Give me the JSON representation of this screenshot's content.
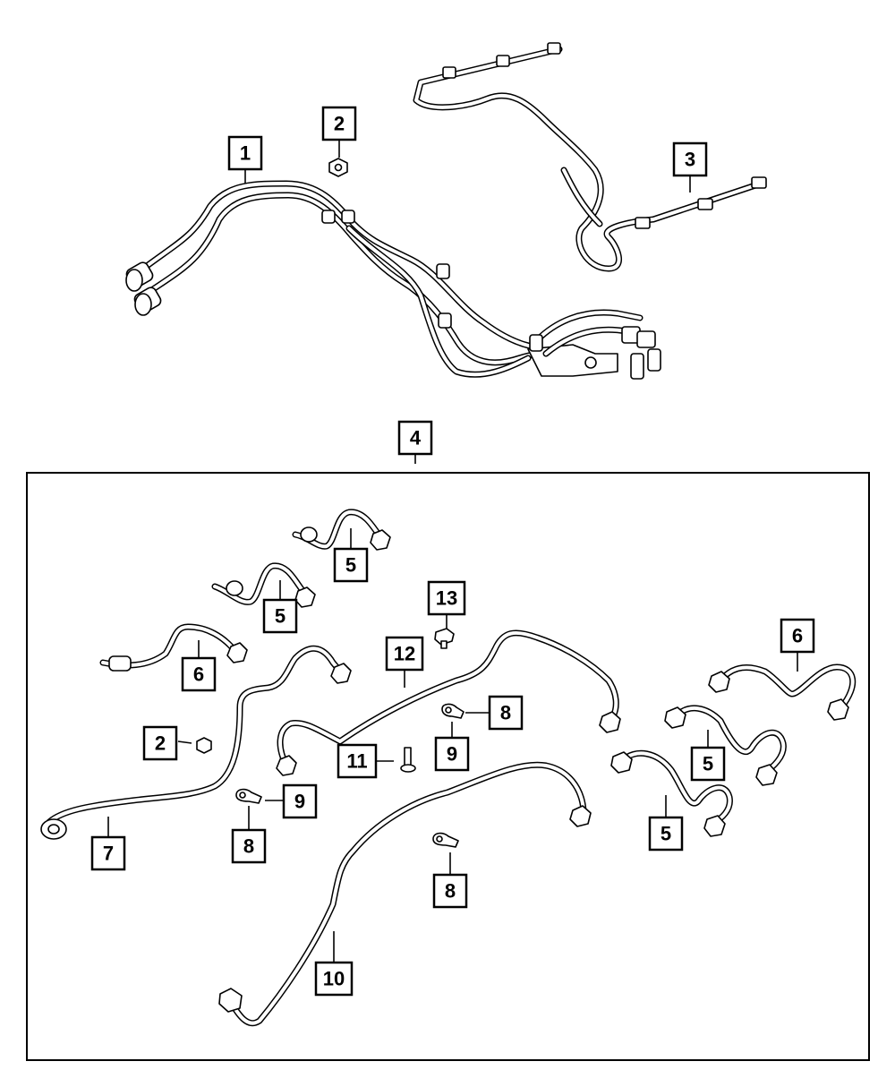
{
  "callouts": [
    {
      "label": "1"
    },
    {
      "label": "2"
    },
    {
      "label": "3"
    },
    {
      "label": "4"
    },
    {
      "label": "5"
    },
    {
      "label": "5"
    },
    {
      "label": "6"
    },
    {
      "label": "13"
    },
    {
      "label": "12"
    },
    {
      "label": "6"
    },
    {
      "label": "8"
    },
    {
      "label": "2"
    },
    {
      "label": "11"
    },
    {
      "label": "9"
    },
    {
      "label": "5"
    },
    {
      "label": "9"
    },
    {
      "label": "7"
    },
    {
      "label": "8"
    },
    {
      "label": "5"
    },
    {
      "label": "8"
    },
    {
      "label": "10"
    }
  ]
}
